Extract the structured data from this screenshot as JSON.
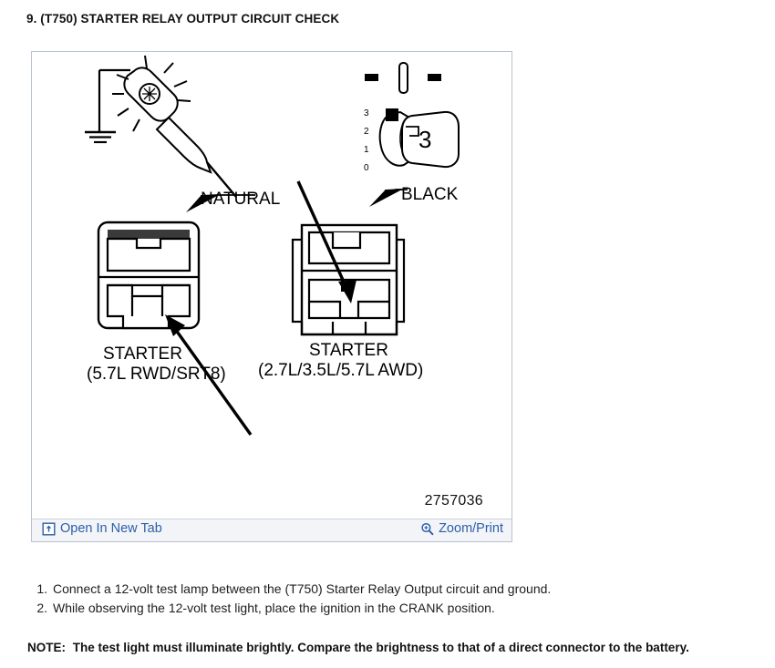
{
  "page": {
    "heading": "9. (T750) STARTER RELAY OUTPUT CIRCUIT CHECK"
  },
  "figure": {
    "part_number": "2757036",
    "toolbar": {
      "open_new_tab_label": "Open In New Tab",
      "open_new_tab_icon": "open-in-new-tab-icon",
      "zoom_print_label": "Zoom/Print",
      "zoom_print_icon": "magnifier-plus-icon",
      "link_color": "#2a5faa",
      "background": "#f3f4f7"
    },
    "diagram": {
      "test_lamp": {
        "icon": "test-lamp-probe-icon",
        "ground_symbol": "ground-icon"
      },
      "ignition_switch": {
        "icon": "ignition-key-switch-icon",
        "position_labels": [
          "3",
          "2",
          "1",
          "0"
        ],
        "selected_position": "3"
      },
      "callouts": [
        {
          "label": "NATURAL",
          "target": "left-connector"
        },
        {
          "label": "BLACK",
          "target": "right-connector"
        }
      ],
      "connectors": [
        {
          "name": "left-connector",
          "title": "STARTER",
          "subtitle": "(5.7L RWD/SRT8)"
        },
        {
          "name": "right-connector",
          "title": "STARTER",
          "subtitle": "(2.7L/3.5L/5.7L AWD)"
        }
      ]
    }
  },
  "steps": [
    {
      "num": "1.",
      "text": "Connect a 12-volt test lamp between the (T750) Starter Relay Output circuit and ground."
    },
    {
      "num": "2.",
      "text": "While observing the 12-volt test light, place the ignition in the CRANK position."
    }
  ],
  "note": {
    "label": "NOTE:",
    "text": "The test light must illuminate brightly. Compare the brightness to that of a direct connector to the battery."
  }
}
